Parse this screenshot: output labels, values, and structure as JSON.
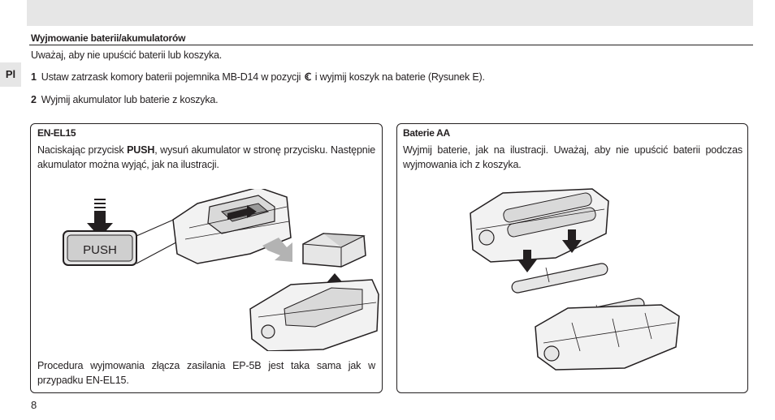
{
  "header": {
    "language_tab": "Pl",
    "section_heading": "Wyjmowanie baterii/akumulatorów"
  },
  "intro": "Uważaj, aby nie upuścić baterii lub koszyka.",
  "steps": [
    {
      "num": "1",
      "text_before": "Ustaw zatrzask komory baterii pojemnika MB-D14 w pozycji",
      "icon": "key-latch-icon",
      "text_after": "i wyjmij koszyk na baterie (Rysunek E)."
    },
    {
      "num": "2",
      "text_before": "Wyjmij akumulator lub baterie z koszyka.",
      "icon": "",
      "text_after": ""
    }
  ],
  "panels": {
    "enel15": {
      "title": "EN-EL15",
      "text_pre": "Naciskając przycisk ",
      "push_word": "PUSH",
      "text_post": ", wysuń akumulator w stronę przycisku. Następnie akumulator można wyjąć, jak na ilustracji.",
      "push_button_label": "PUSH",
      "footer": "Procedura wyjmowania złącza zasilania EP-5B jest taka sama jak w przypadku EN-EL15."
    },
    "aa": {
      "title": "Baterie AA",
      "text": "Wyjmij baterie, jak na ilustracji. Uważaj, aby nie upuścić baterii podczas wyjmowania ich z koszyka."
    }
  },
  "footer": {
    "page_number": "8"
  }
}
